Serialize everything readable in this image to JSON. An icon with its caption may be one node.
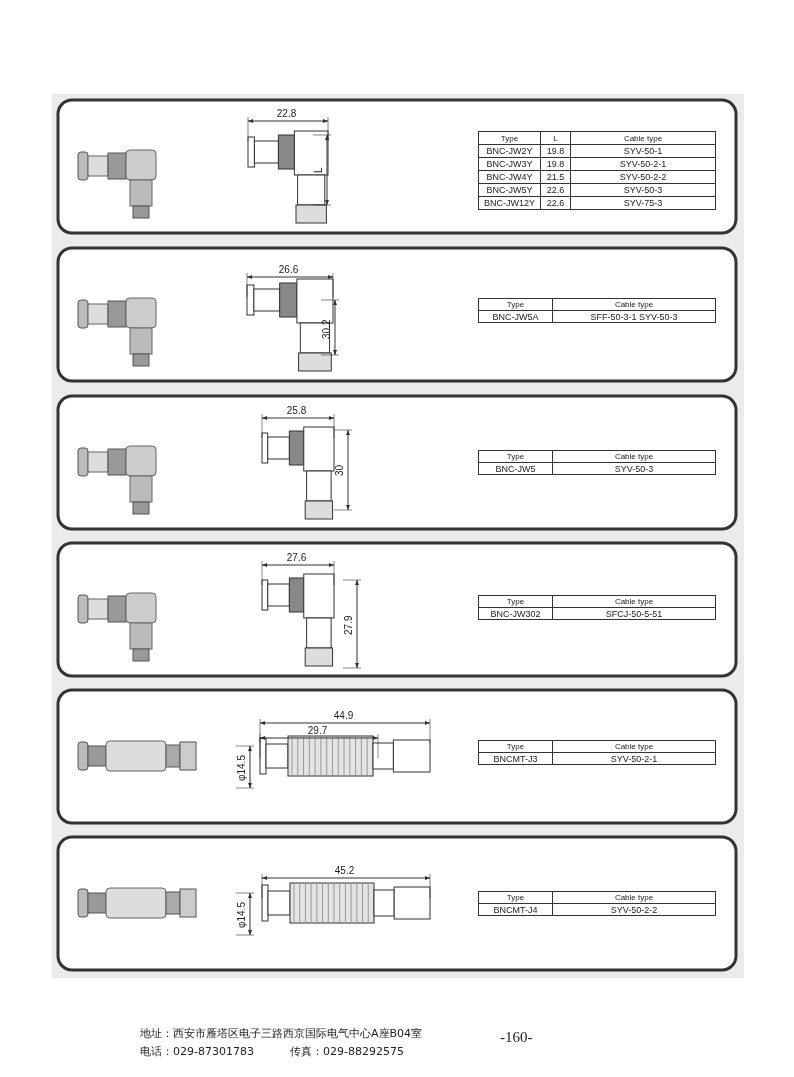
{
  "diagram": {
    "labels": [
      "22.8",
      "L",
      "Type",
      "L",
      "Cable type",
      "BNC-JW2Y",
      "19.8",
      "SYV-50-1",
      "BNC-JW3Y",
      "19.8",
      "SYV-50-2-1",
      "BNC-JW4Y",
      "21.5",
      "SYV-50-2-2",
      "BNC-JW5Y",
      "22.6",
      "SYV-50-3",
      "BNC-JW12Y",
      "22.6",
      "SYV-75-3",
      "26.6",
      "30.2",
      "Type",
      "Cable type",
      "BNC-JW5A",
      "SFF-50-3-1   SYV-50-3",
      "25.8",
      "30",
      "Type",
      "Cable type",
      "BNC-JW5",
      "SYV-50-3",
      "27.6",
      "27.9",
      "Type",
      "Cable type",
      "BNC-JW302",
      "SFCJ-50-5-51",
      "44.9",
      "29.7",
      "φ14.5",
      "Type",
      "Cable type",
      "BNCMT-J3",
      "SYV-50-2-1",
      "45.2",
      "φ14.5",
      "Type",
      "Cable type",
      "BNCMT-J4",
      "SYV-50-2-2",
      "地址：西安市雁塔区电子三路西京国际电气中心A座B04室",
      "电话：029-87301783",
      "传真：029-88292575",
      "-160-"
    ]
  }
}
